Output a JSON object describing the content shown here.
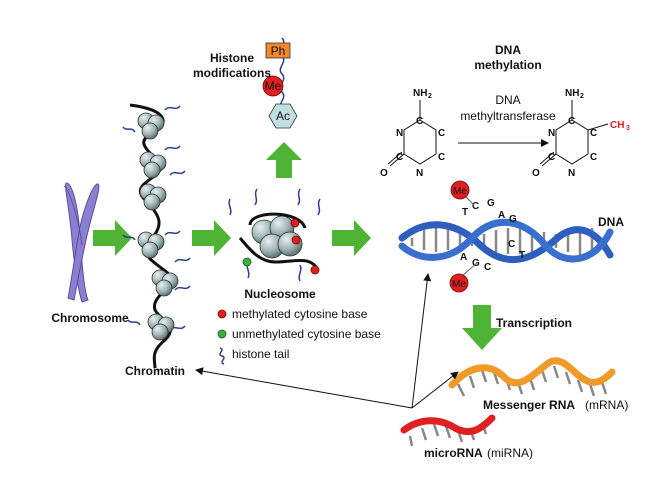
{
  "labels": {
    "histone_modifications_line1": "Histone",
    "histone_modifications_line2": "modifications",
    "dna_methylation_line1": "DNA",
    "dna_methylation_line2": "methylation",
    "dna_methyltransferase_line1": "DNA",
    "dna_methyltransferase_line2": "methyltransferase",
    "chromosome": "Chromosome",
    "chromatin": "Chromatin",
    "nucleosome": "Nucleosome",
    "dna": "DNA",
    "transcription": "Transcription",
    "messenger_rna_bold": "Messenger RNA",
    "messenger_rna_abbr": "(mRNA)",
    "microrna_bold": "microRNA",
    "microrna_abbr": "(miRNA)"
  },
  "modifications": {
    "ph": "Ph",
    "me": "Me",
    "ac": "Ac"
  },
  "legend": {
    "methylated": "methylated cytosine base",
    "unmethylated": "unmethylated cytosine base",
    "histone_tail": "histone tail"
  },
  "chemistry": {
    "nh2": "NH",
    "two": "2",
    "n": "N",
    "c": "C",
    "o": "O",
    "ch3": "CH",
    "three": "3"
  },
  "dna_bases_top": [
    "T",
    "C",
    "G",
    "A",
    "G"
  ],
  "dna_bases_bottom": [
    "A",
    "G",
    "C",
    "C",
    "T"
  ],
  "methyl_marks": {
    "top": "Me",
    "bottom": "Me"
  },
  "colors": {
    "green_arrow": "#4fb336",
    "methyl_red": "#e02020",
    "unmethylated_green": "#3cb043",
    "dna_blue": "#2e5fbf",
    "mrna_orange": "#f09a2a",
    "mirna_red": "#e02020",
    "chromosome_purple": "#8a7fd0",
    "ph_orange": "#f0892c",
    "ac_teal": "#bfe0df",
    "nucleosome_gray": "#9fb5b5",
    "ch3_red": "#e02020"
  }
}
